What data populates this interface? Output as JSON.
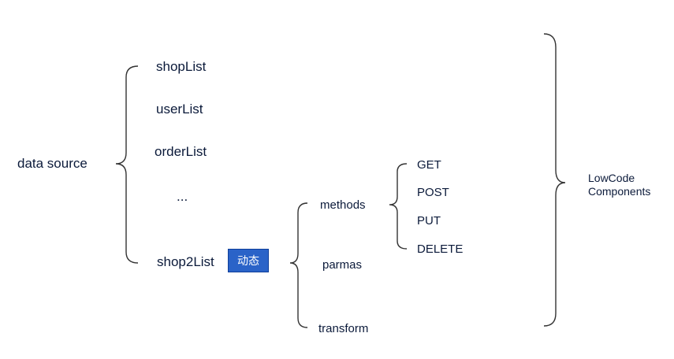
{
  "diagram": {
    "root": "data source",
    "lists": [
      "shopList",
      "userList",
      "orderList",
      "...",
      "shop2List"
    ],
    "dynamic_badge": "动态",
    "config": [
      "methods",
      "parmas",
      "transform"
    ],
    "http_methods": [
      "GET",
      "POST",
      "PUT",
      "DELETE"
    ],
    "target_line1": "LowCode",
    "target_line2": "Components"
  }
}
